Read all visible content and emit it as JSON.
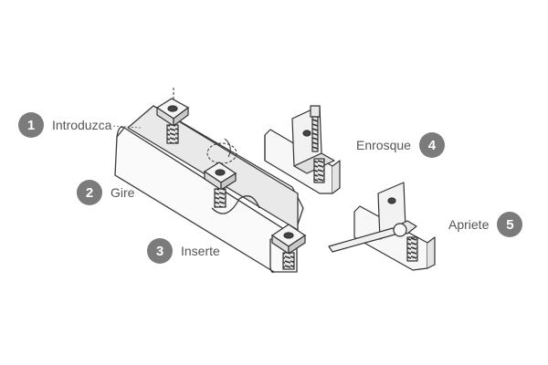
{
  "steps": [
    {
      "number": "1",
      "label": "Introduzca"
    },
    {
      "number": "2",
      "label": "Gire"
    },
    {
      "number": "3",
      "label": "Inserte"
    },
    {
      "number": "4",
      "label": "Enrosque"
    },
    {
      "number": "5",
      "label": "Apriete"
    }
  ],
  "colors": {
    "badge": "#7b7b7b",
    "line": "#3a3a3a",
    "label": "#555555"
  }
}
